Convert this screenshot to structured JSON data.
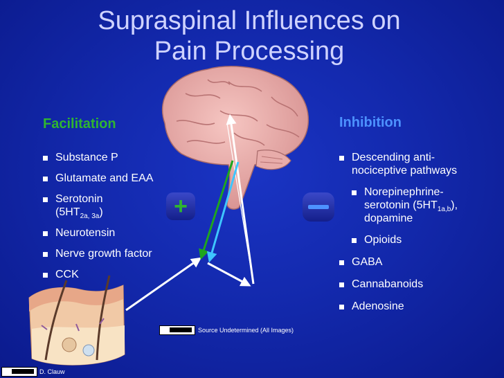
{
  "slide": {
    "title_line1": "Supraspinal Influences on",
    "title_line2": "Pain Processing"
  },
  "facilitation": {
    "heading": "Facilitation",
    "items": [
      "Substance P",
      "Glutamate and EAA",
      "Serotonin",
      "(5HT",
      "2a, 3a",
      ")",
      "Neurotensin",
      "Nerve growth factor",
      "CCK"
    ]
  },
  "inhibition": {
    "heading": "Inhibition",
    "descending_line1": "Descending anti-",
    "descending_line2": "nociceptive pathways",
    "nore_line1": "Norepinephrine-",
    "nore_line2a": "serotonin (5HT",
    "nore_sub": "1a,b",
    "nore_line2b": "),",
    "nore_line3": "dopamine",
    "opioids": "Opioids",
    "gaba": "GABA",
    "cannabanoids": "Cannabanoids",
    "adenosine": "Adenosine"
  },
  "signs": {
    "plus": "+"
  },
  "footer": {
    "source": "Source Undetermined (All Images)",
    "credit": "D. Clauw"
  },
  "colors": {
    "background": "#1329ad",
    "title": "#cfd3ff",
    "facilitation": "#2fb531",
    "inhibition": "#4d92ff",
    "arrow_white": "#ffffff",
    "arrow_cyan": "#3ec6ff",
    "arrow_green": "#1fa51f"
  }
}
